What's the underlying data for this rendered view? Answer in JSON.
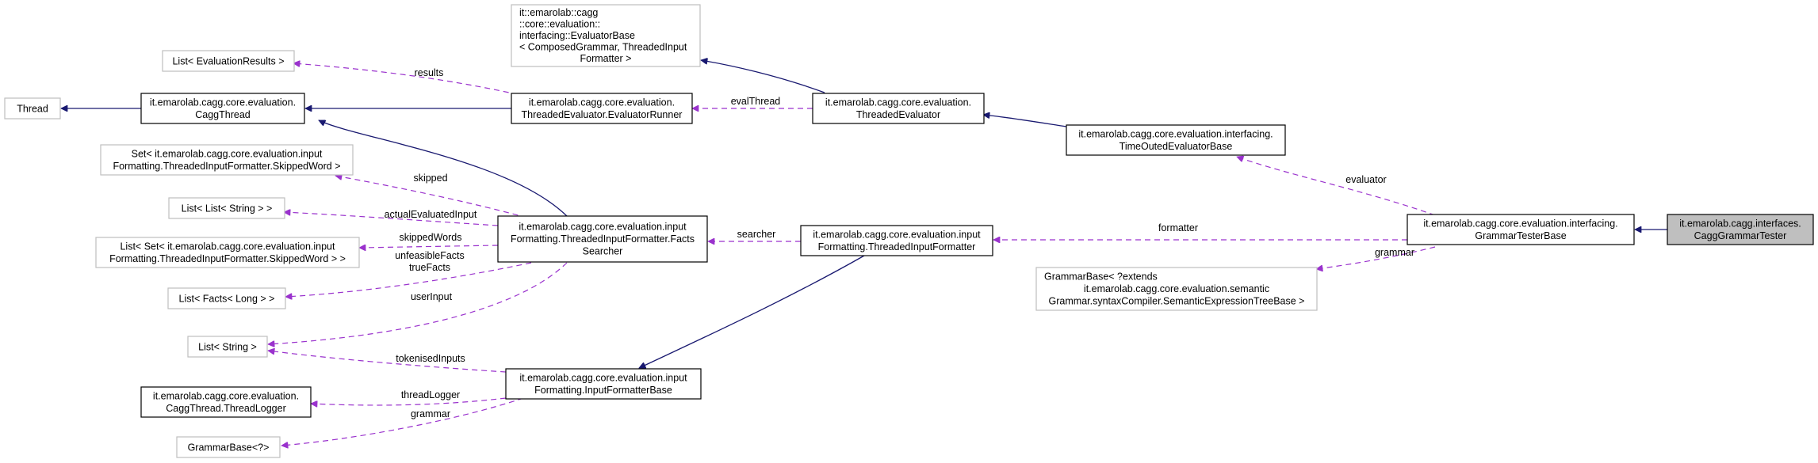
{
  "colors": {
    "inheritance": "#191970",
    "usage": "#9a32cd",
    "node_border_doc": "#000000",
    "node_border_external": "#bfbfbf",
    "node_fill_focus": "#bfbfbf",
    "node_fill": "#ffffff"
  },
  "nodes": {
    "thread": {
      "lines": [
        "Thread"
      ]
    },
    "caggthread": {
      "lines": [
        "it.emarolab.cagg.core.evaluation.",
        "CaggThread"
      ]
    },
    "evalresults": {
      "lines": [
        "List< EvaluationResults >"
      ]
    },
    "evaluatorbase": {
      "lines": [
        "it::emarolab::cagg",
        "::core::evaluation::",
        "interfacing::EvaluatorBase",
        "< ComposedGrammar, ThreadedInput",
        "Formatter >"
      ]
    },
    "evaluatorrunner": {
      "lines": [
        "it.emarolab.cagg.core.evaluation.",
        "ThreadedEvaluator.EvaluatorRunner"
      ]
    },
    "threadedevaluator": {
      "lines": [
        "it.emarolab.cagg.core.evaluation.",
        "ThreadedEvaluator"
      ]
    },
    "timeouted": {
      "lines": [
        "it.emarolab.cagg.core.evaluation.interfacing.",
        "TimeOutedEvaluatorBase"
      ]
    },
    "setskipped": {
      "lines": [
        "Set< it.emarolab.cagg.core.evaluation.input",
        "Formatting.ThreadedInputFormatter.SkippedWord >"
      ]
    },
    "listliststring": {
      "lines": [
        "List< List< String > >"
      ]
    },
    "listsetskipped": {
      "lines": [
        "List< Set< it.emarolab.cagg.core.evaluation.input",
        "Formatting.ThreadedInputFormatter.SkippedWord > >"
      ]
    },
    "listfacts": {
      "lines": [
        "List< Facts< Long > >"
      ]
    },
    "liststring": {
      "lines": [
        "List< String >"
      ]
    },
    "threadlogger": {
      "lines": [
        "it.emarolab.cagg.core.evaluation.",
        "CaggThread.ThreadLogger"
      ]
    },
    "grammarbasewild": {
      "lines": [
        "GrammarBase<?>"
      ]
    },
    "factssearcher": {
      "lines": [
        "it.emarolab.cagg.core.evaluation.input",
        "Formatting.ThreadedInputFormatter.Facts",
        "Searcher"
      ]
    },
    "inputformatterbase": {
      "lines": [
        "it.emarolab.cagg.core.evaluation.input",
        "Formatting.InputFormatterBase"
      ]
    },
    "threadedinputformatter": {
      "lines": [
        "it.emarolab.cagg.core.evaluation.input",
        "Formatting.ThreadedInputFormatter"
      ]
    },
    "grammarbaseextends": {
      "lines": [
        "GrammarBase< ?extends",
        " it.emarolab.cagg.core.evaluation.semantic",
        "Grammar.syntaxCompiler.SemanticExpressionTreeBase >"
      ]
    },
    "grammartesterbase": {
      "lines": [
        "it.emarolab.cagg.core.evaluation.interfacing.",
        "GrammarTesterBase"
      ]
    },
    "caggtester": {
      "lines": [
        "it.emarolab.cagg.interfaces.",
        "CaggGrammarTester"
      ]
    }
  },
  "edge_labels": {
    "results": "results",
    "evalThread": "evalThread",
    "evaluator": "evaluator",
    "skipped": "skipped",
    "actualEvaluatedInput": "actualEvaluatedInput",
    "skippedWords": "skippedWords",
    "unfeasibleFacts": "unfeasibleFacts",
    "trueFacts": "trueFacts",
    "userInput": "userInput",
    "tokenisedInputs": "tokenisedInputs",
    "threadLogger": "threadLogger",
    "grammar_input": "grammar",
    "searcher": "searcher",
    "formatter": "formatter",
    "grammar_tester": "grammar"
  }
}
